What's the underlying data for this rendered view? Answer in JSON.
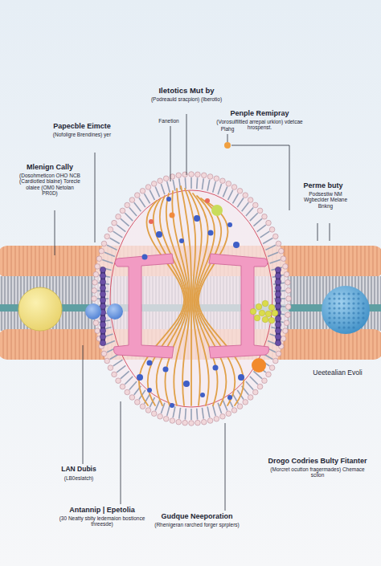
{
  "diagram": {
    "labels": [
      "Iletotics Mut by",
      "(Podreauld sracpion) (Iberotio)",
      "Fanetion",
      "Plahg",
      "Papecble Eimcte",
      "(Nofoligre Brendines) yer",
      "Penple Remipray",
      "(Vorosulfiltled arrepai urkion) vdetcae hrospenst.",
      "Mlenign Cally",
      "(Dosohmeticon OHO NCB (Cardiotled blaine) Torecle olaiee (OM0 Netolan PR0D)",
      "Perme buty",
      "Podsestiw NM Wgbeclder Melane Bnkng",
      "Ueetealian Evoli",
      "LAN Dubis",
      "(LB0eslatch)",
      "Antannip | Epetolia",
      "(30 Neatty sbity ledemaion bostionce threesde)",
      "Gudque Neeporation",
      "(Rhenigeran rarched forger sprplers)",
      "Drogo Codries Bulty Fitanter",
      "(Morcret ocutton fragermades) Chemace scilon"
    ]
  }
}
